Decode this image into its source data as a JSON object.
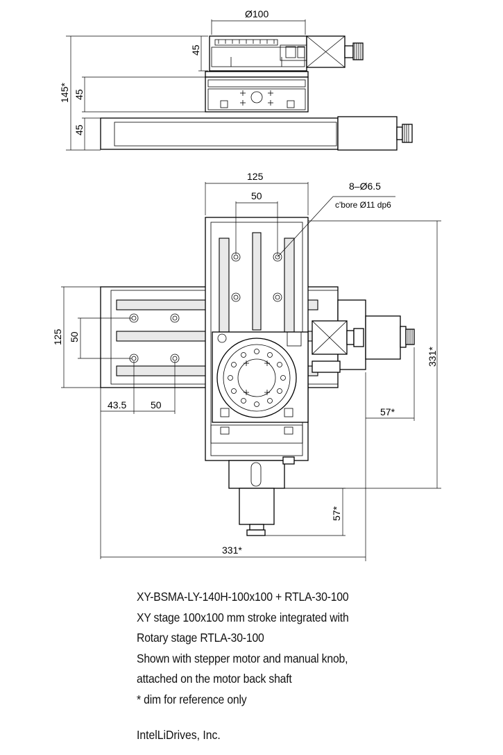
{
  "top_view_dimensions": {
    "diameter": "Ø100",
    "height_total": "145*",
    "height_rotary": "45",
    "height_upper_axis": "45",
    "height_lower_axis": "45"
  },
  "plan_view_dimensions": {
    "upper_width": "125",
    "hole_spacing_top": "50",
    "hole_callout": "8–Ø6.5",
    "counterbore_callout": "c'bore Ø11 dp6",
    "left_height": "125",
    "hole_spacing_left": "50",
    "offset_left": "43.5",
    "hole_spacing_bottom": "50",
    "overall_height": "331*",
    "motor_offset_right": "57*",
    "motor_offset_bottom": "57*",
    "overall_width": "331*"
  },
  "caption": {
    "line1": "XY-BSMA-LY-140H-100x100 + RTLA-30-100",
    "line2": "XY stage 100x100 mm stroke integrated with",
    "line3": "Rotary stage RTLA-30-100",
    "line4": "Shown with stepper motor and manual knob,",
    "line5": "attached on the motor back shaft",
    "line6": "* dim for reference only"
  },
  "company": "IntelLiDrives, Inc."
}
